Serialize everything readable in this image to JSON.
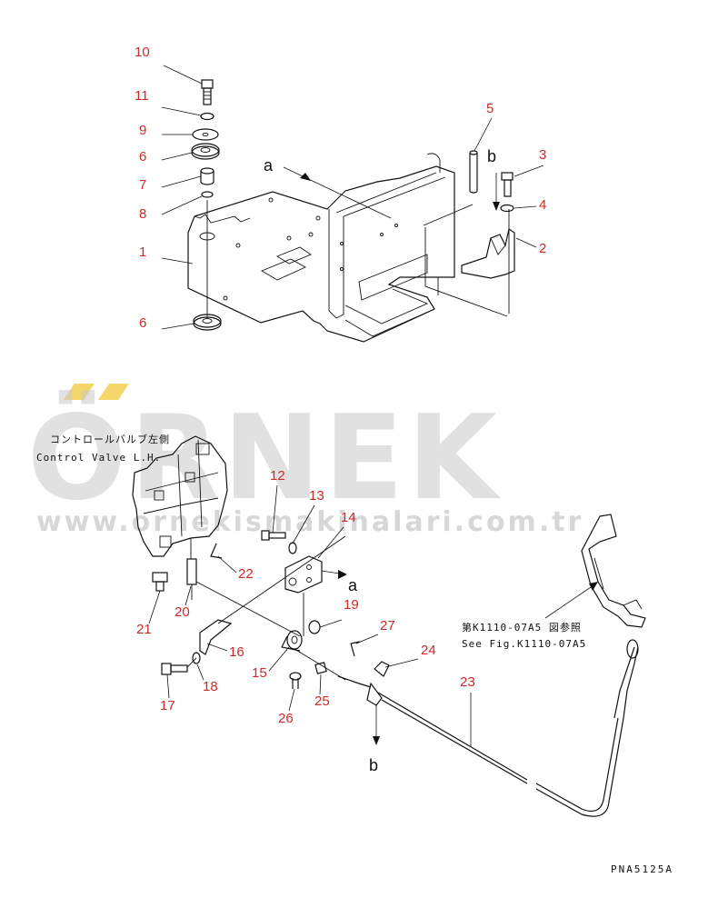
{
  "figure_code": "PNA5125A",
  "watermark": {
    "brand": "ÖRNEK",
    "url": "www.ornekismakinalari.com.tr",
    "accent_color": "#f5d66b"
  },
  "control_valve_label": {
    "japanese": "コントロールバルブ左側",
    "english": "Control Valve L.H."
  },
  "cross_reference": {
    "japanese": "第K1110-07A5 図参照",
    "english": "See Fig.K1110-07A5"
  },
  "view_letters": [
    "a",
    "b",
    "a",
    "b"
  ],
  "callouts": [
    "10",
    "11",
    "9",
    "6",
    "7",
    "8",
    "1",
    "6",
    "5",
    "3",
    "4",
    "2",
    "12",
    "13",
    "14",
    "22",
    "21",
    "20",
    "19",
    "16",
    "27",
    "15",
    "18",
    "24",
    "17",
    "25",
    "23",
    "26"
  ],
  "colors": {
    "callout": "#cc2a2a",
    "line": "#111111",
    "watermark_text": "#c9c9c9"
  }
}
